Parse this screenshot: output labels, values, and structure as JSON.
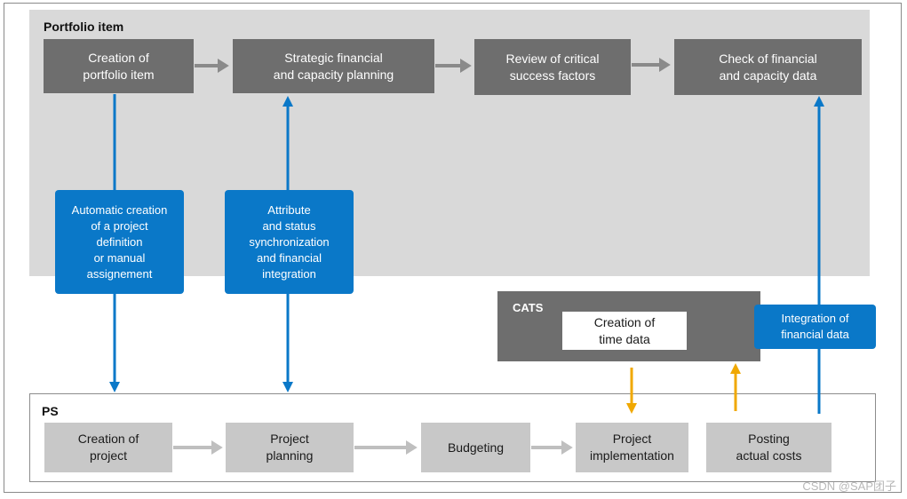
{
  "portfolio": {
    "title": "Portfolio item",
    "boxes": [
      "Creation of\nportfolio item",
      "Strategic financial\nand capacity planning",
      "Review of critical\nsuccess factors",
      "Check of financial\nand capacity data"
    ]
  },
  "integration": {
    "boxes": [
      "Automatic creation\nof a project\ndefinition\nor manual\nassignement",
      "Attribute\nand status\nsynchronization\nand financial\nintegration",
      "Integration of\nfinancial data"
    ]
  },
  "cats": {
    "title": "CATS",
    "box": "Creation of\ntime data"
  },
  "ps": {
    "title": "PS",
    "boxes": [
      "Creation of\nproject",
      "Project\nplanning",
      "Budgeting",
      "Project\nimplementation",
      "Posting\nactual costs"
    ]
  },
  "colors": {
    "blue_arrow": "#0a78c8",
    "yellow_arrow": "#f0a800",
    "gray_arrow": "#8a8a8a",
    "light_arrow": "#bfbfbf"
  },
  "watermark": "CSDN @SAP团子"
}
